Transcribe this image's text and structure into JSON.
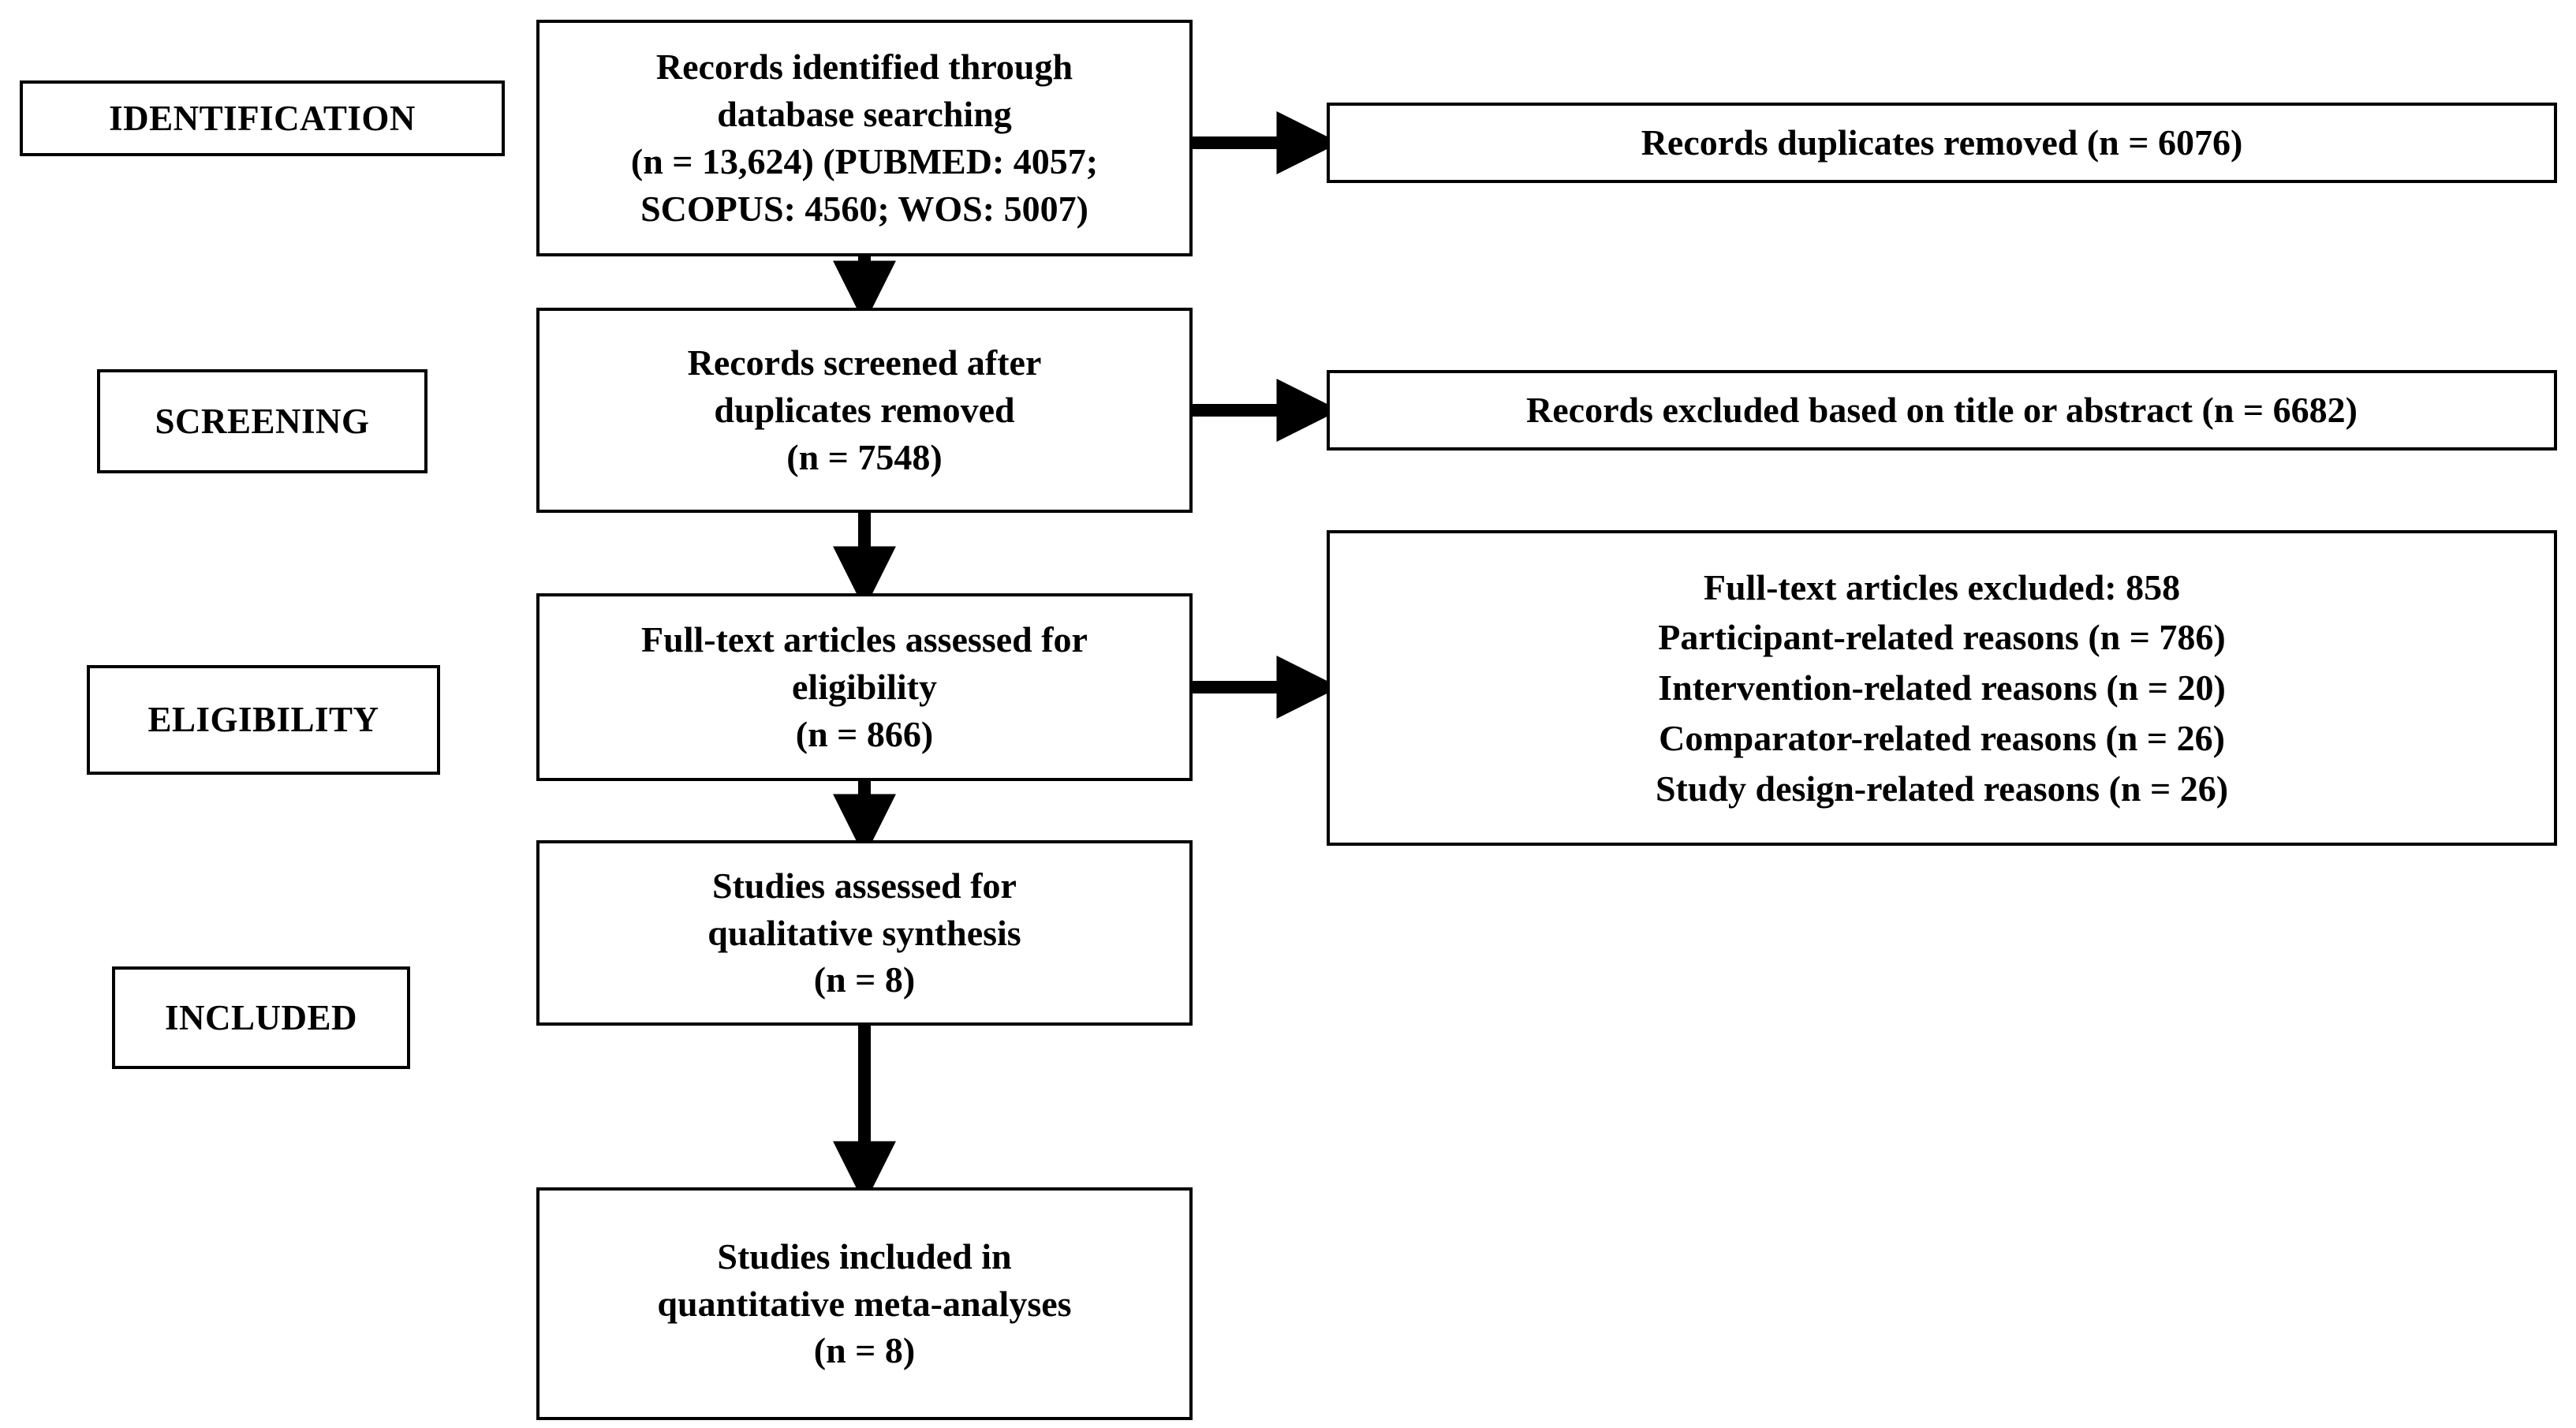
{
  "diagram": {
    "title": "PRISMA flow diagram",
    "type": "prisma-flow-diagram",
    "colors": {
      "stroke": "#000000",
      "background": "#ffffff",
      "text": "#000000"
    }
  },
  "stages": [
    {
      "id": "identification",
      "label": "IDENTIFICATION"
    },
    {
      "id": "screening",
      "label": "SCREENING"
    },
    {
      "id": "eligibility",
      "label": "ELIGIBILITY"
    },
    {
      "id": "included",
      "label": "INCLUDED"
    }
  ],
  "flow_boxes": [
    {
      "id": "records-identified",
      "lines": [
        "Records identified through",
        "database searching",
        "(n = 13,624) (PUBMED: 4057;",
        "SCOPUS: 4560; WOS: 5007)"
      ]
    },
    {
      "id": "records-screened",
      "lines": [
        "Records screened after",
        "duplicates removed",
        "(n = 7548)"
      ]
    },
    {
      "id": "fulltext-assessed",
      "lines": [
        "Full-text articles assessed for",
        "eligibility",
        "(n = 866)"
      ]
    },
    {
      "id": "studies-qualitative",
      "lines": [
        "Studies assessed for",
        "qualitative synthesis",
        "(n = 8)"
      ]
    },
    {
      "id": "studies-quantitative",
      "lines": [
        "Studies included in",
        "quantitative meta-analyses",
        "(n = 8)"
      ]
    }
  ],
  "side_boxes": [
    {
      "id": "duplicates-removed",
      "lines": [
        "Records duplicates removed (n = 6076)"
      ]
    },
    {
      "id": "records-excluded",
      "lines": [
        "Records excluded based on title or abstract (n = 6682)"
      ]
    },
    {
      "id": "fulltext-excluded",
      "lines": [
        "Full-text articles excluded: 858",
        "Participant-related reasons (n = 786)",
        "Intervention-related reasons (n = 20)",
        "Comparator-related reasons (n = 26)",
        "Study design-related reasons (n = 26)"
      ]
    }
  ],
  "chart_data": {
    "type": "diagram",
    "title": "PRISMA flow diagram",
    "nodes": [
      {
        "id": "records-identified",
        "stage": "IDENTIFICATION",
        "n": 13624,
        "sources": {
          "PUBMED": 4057,
          "SCOPUS": 4560,
          "WOS": 5007
        }
      },
      {
        "id": "duplicates-removed",
        "stage": "IDENTIFICATION",
        "n": 6076
      },
      {
        "id": "records-screened",
        "stage": "SCREENING",
        "n": 7548
      },
      {
        "id": "records-excluded",
        "stage": "SCREENING",
        "n": 6682
      },
      {
        "id": "fulltext-assessed",
        "stage": "ELIGIBILITY",
        "n": 866
      },
      {
        "id": "fulltext-excluded",
        "stage": "ELIGIBILITY",
        "n": 858,
        "breakdown": {
          "participant": 786,
          "intervention": 20,
          "comparator": 26,
          "study_design": 26
        }
      },
      {
        "id": "studies-qualitative",
        "stage": "INCLUDED",
        "n": 8
      },
      {
        "id": "studies-quantitative",
        "stage": "INCLUDED",
        "n": 8
      }
    ],
    "edges": [
      {
        "from": "records-identified",
        "to": "duplicates-removed",
        "direction": "right"
      },
      {
        "from": "records-identified",
        "to": "records-screened",
        "direction": "down"
      },
      {
        "from": "records-screened",
        "to": "records-excluded",
        "direction": "right"
      },
      {
        "from": "records-screened",
        "to": "fulltext-assessed",
        "direction": "down"
      },
      {
        "from": "fulltext-assessed",
        "to": "fulltext-excluded",
        "direction": "right"
      },
      {
        "from": "fulltext-assessed",
        "to": "studies-qualitative",
        "direction": "down"
      },
      {
        "from": "studies-qualitative",
        "to": "studies-quantitative",
        "direction": "down"
      }
    ]
  }
}
